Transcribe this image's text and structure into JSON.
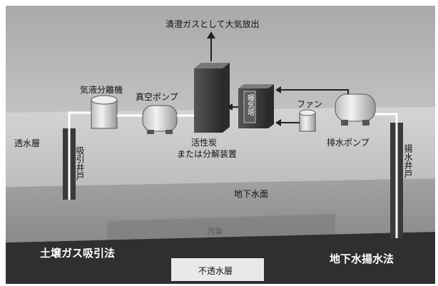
{
  "labels": {
    "exhaust": "清澄ガスとして大気放出",
    "separator": "気液分離機",
    "vacuum_pump": "真空ポンプ",
    "fan": "ファン",
    "permeable_layer": "透水層",
    "carbon_line1": "活性炭",
    "carbon_line2": "または分解装置",
    "drain_pump": "排水ポンプ",
    "suction_well": "吸引井戸",
    "aeration_tower": "曝気塔",
    "pumping_well": "揚水井戸",
    "water_table": "地下水面",
    "contamination": "汚染",
    "soil_gas_method": "土壌ガス吸引法",
    "groundwater_method": "地下水揚水法",
    "impermeable_layer": "不透水層"
  }
}
